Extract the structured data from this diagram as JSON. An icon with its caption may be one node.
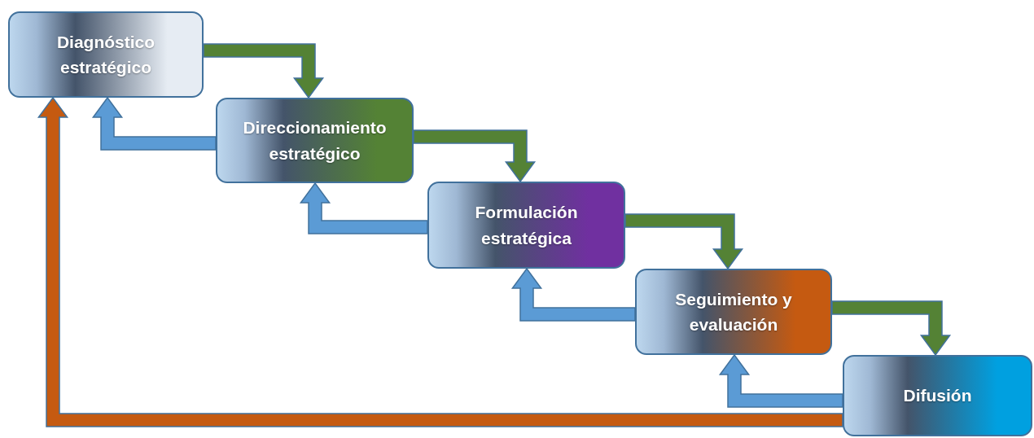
{
  "diagram": {
    "nodes": [
      {
        "text": [
          "Diagnóstico estratégico"
        ]
      },
      {
        "text": [
          "Direccionamiento estratégico"
        ]
      },
      {
        "text": [
          "Formulación estratégica"
        ]
      },
      {
        "text": [
          "Seguimiento y evaluación"
        ]
      },
      {
        "text": [
          "Difusión"
        ]
      }
    ],
    "edges": [
      {
        "from": 0,
        "to": 1,
        "arrow": "to",
        "style": "thick",
        "color": "#548235"
      },
      {
        "from": 1,
        "to": 0,
        "arrow": "to",
        "style": "thick",
        "color": "#5b9bd5"
      },
      {
        "from": 1,
        "to": 2,
        "arrow": "to",
        "style": "thick",
        "color": "#548235"
      },
      {
        "from": 2,
        "to": 1,
        "arrow": "to",
        "style": "thick",
        "color": "#5b9bd5"
      },
      {
        "from": 2,
        "to": 3,
        "arrow": "to",
        "style": "thick",
        "color": "#548235"
      },
      {
        "from": 3,
        "to": 2,
        "arrow": "to",
        "style": "thick",
        "color": "#5b9bd5"
      },
      {
        "from": 3,
        "to": 4,
        "arrow": "to",
        "style": "thick",
        "color": "#548235"
      },
      {
        "from": 4,
        "to": 3,
        "arrow": "to",
        "style": "thick",
        "color": "#5b9bd5"
      },
      {
        "from": 4,
        "to": 0,
        "arrow": "to",
        "style": "thick",
        "color": "#c55a11"
      }
    ]
  }
}
